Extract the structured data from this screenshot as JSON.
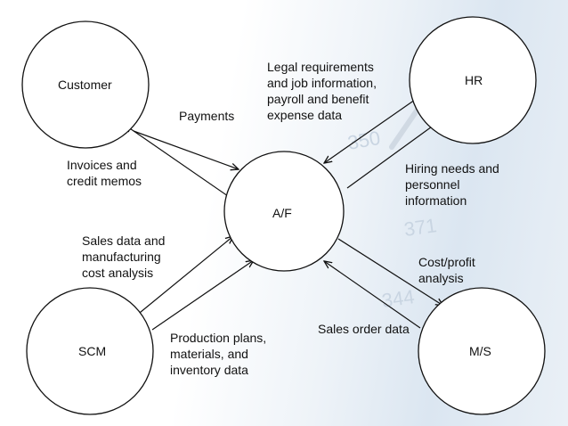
{
  "nodes": {
    "customer": "Customer",
    "hr": "HR",
    "af": "A/F",
    "scm": "SCM",
    "ms": "M/S"
  },
  "flows": {
    "payments": "Payments",
    "invoices": "Invoices and\ncredit memos",
    "legal": "Legal requirements\nand job information,\npayroll and benefit\nexpense data",
    "hiring": "Hiring needs and\npersonnel\ninformation",
    "sales_data": "Sales data and\nmanufacturing\ncost analysis",
    "production": "Production plans,\nmaterials, and\ninventory data",
    "cost_profit": "Cost/profit\nanalysis",
    "sales_order": "Sales order data"
  },
  "background": {
    "numbers": [
      "350",
      "371",
      "344"
    ]
  },
  "colors": {
    "stroke": "#111111",
    "node_fill": "#ffffff"
  }
}
